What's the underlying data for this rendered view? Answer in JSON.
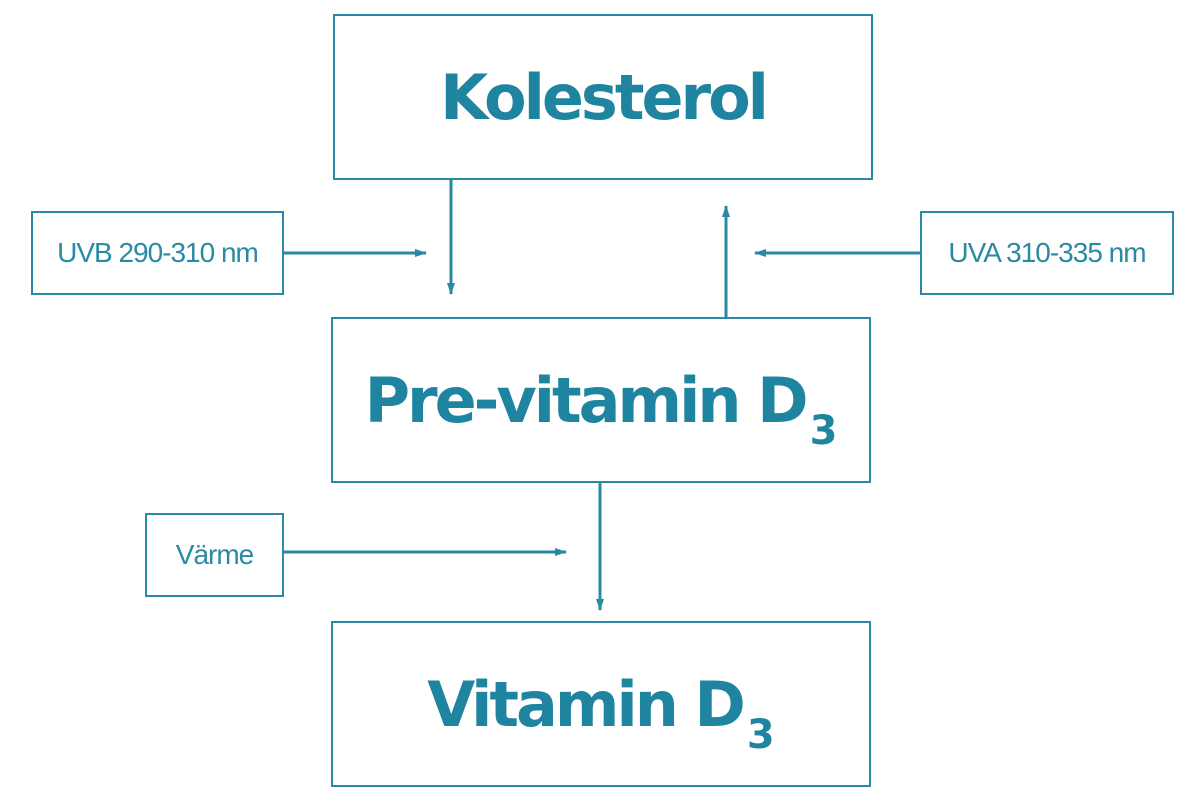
{
  "colors": {
    "accent": "#2a8aa3",
    "text": "#1f84a0",
    "background": "#ffffff"
  },
  "nodes": {
    "kolesterol": "Kolesterol",
    "previtamin": {
      "text": "Pre-vitamin D",
      "subscript": "3"
    },
    "vitamin": {
      "text": "Vitamin D",
      "subscript": "3"
    }
  },
  "labels": {
    "uvb": "UVB 290-310 nm",
    "uva": "UVA 310-335 nm",
    "varme": "Värme"
  }
}
